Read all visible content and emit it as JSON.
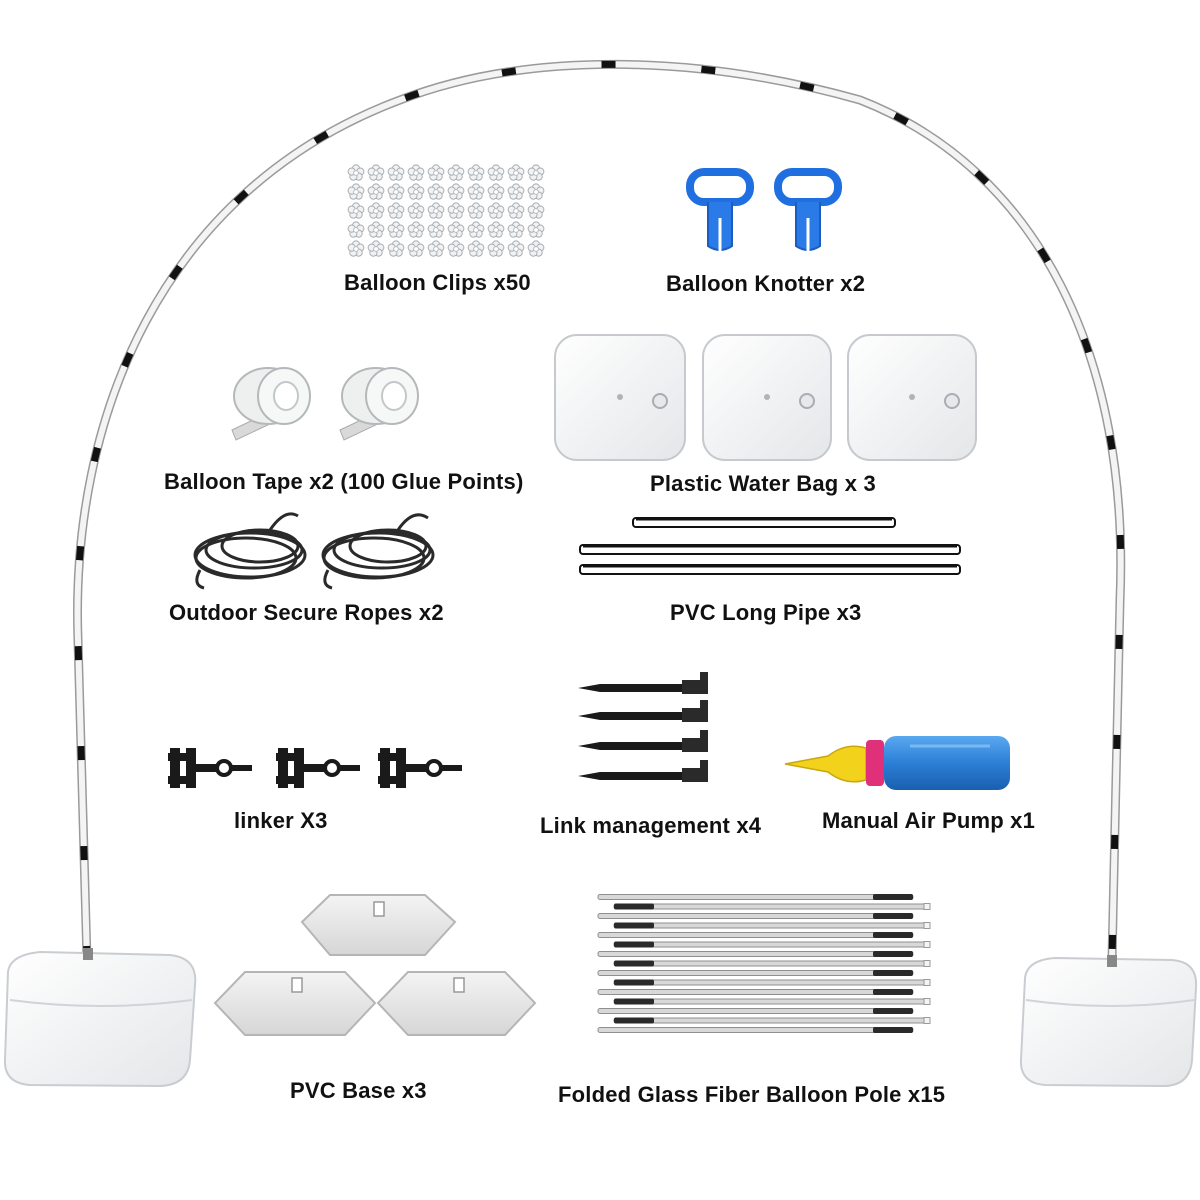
{
  "items": {
    "balloon_clips": "Balloon Clips x50",
    "balloon_knotter": "Balloon Knotter x2",
    "balloon_tape": "Balloon Tape x2 (100 Glue Points)",
    "water_bag": "Plastic Water Bag x 3",
    "ropes": "Outdoor Secure Ropes x2",
    "long_pipe": "PVC Long Pipe x3",
    "linker": "linker X3",
    "link_management": "Link management x4",
    "air_pump": "Manual Air Pump x1",
    "pvc_base": "PVC Base x3",
    "fiber_pole": "Folded Glass Fiber Balloon Pole x15"
  },
  "colors": {
    "background": "#ffffff",
    "text": "#111111",
    "arch_pole": "#f2f2f2",
    "arch_band": "#111111",
    "knotter": "#1f6fe0",
    "pump_body": "#2b7fd6",
    "pump_cap": "#e0307a",
    "pump_nozzle": "#f3d21c"
  }
}
